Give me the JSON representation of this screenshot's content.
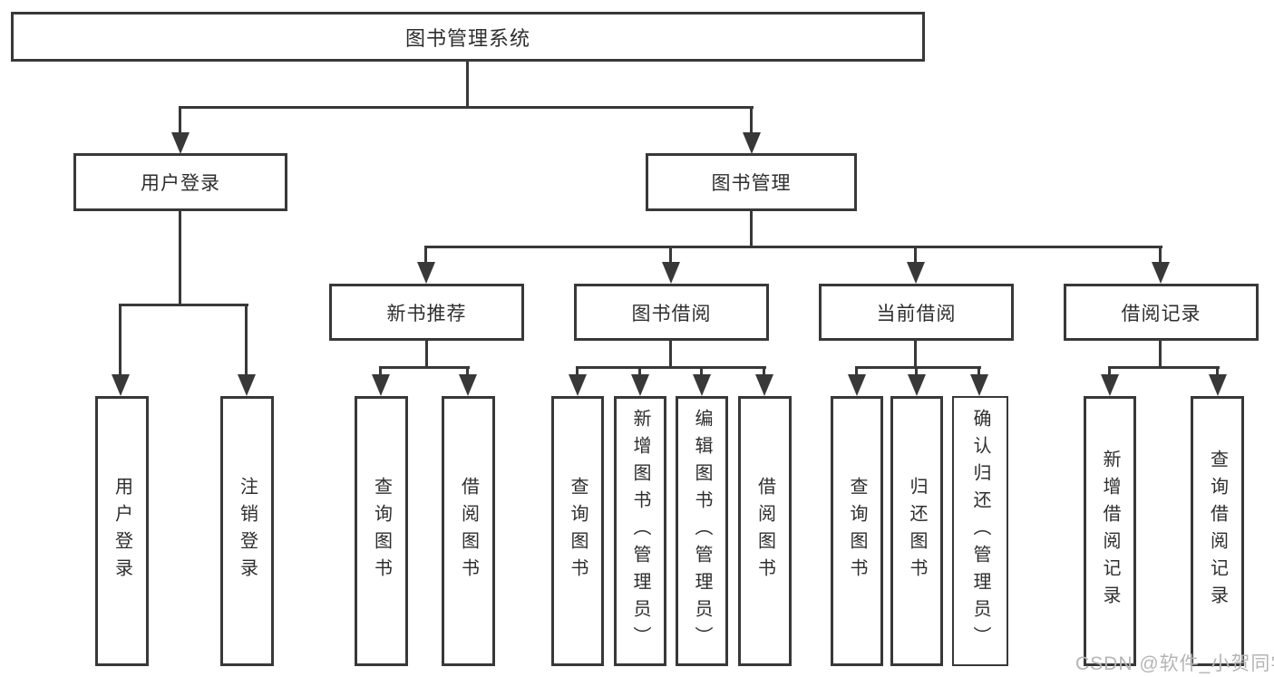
{
  "root": {
    "label": "图书管理系统"
  },
  "branches": [
    {
      "label": "用户登录",
      "children": [
        {
          "label": "用户登录"
        },
        {
          "label": "注销登录"
        }
      ]
    },
    {
      "label": "图书管理",
      "children": [
        {
          "label": "新书推荐",
          "children": [
            {
              "label": "查询图书"
            },
            {
              "label": "借阅图书"
            }
          ]
        },
        {
          "label": "图书借阅",
          "children": [
            {
              "label": "查询图书"
            },
            {
              "label": "新增图书（管理员）"
            },
            {
              "label": "编辑图书（管理员）"
            },
            {
              "label": "借阅图书"
            }
          ]
        },
        {
          "label": "当前借阅",
          "children": [
            {
              "label": "查询图书"
            },
            {
              "label": "归还图书"
            },
            {
              "label": "确认归还（管理员）"
            }
          ]
        },
        {
          "label": "借阅记录",
          "children": [
            {
              "label": "新增借阅记录"
            },
            {
              "label": "查询借阅记录"
            }
          ]
        }
      ]
    }
  ],
  "watermark": {
    "text": "CSDN @软件_小贺同学"
  },
  "colors": {
    "line": "#383838",
    "box_background": "#ffffff",
    "text": "#2e2e2e",
    "watermark": "#b5b5b5"
  }
}
